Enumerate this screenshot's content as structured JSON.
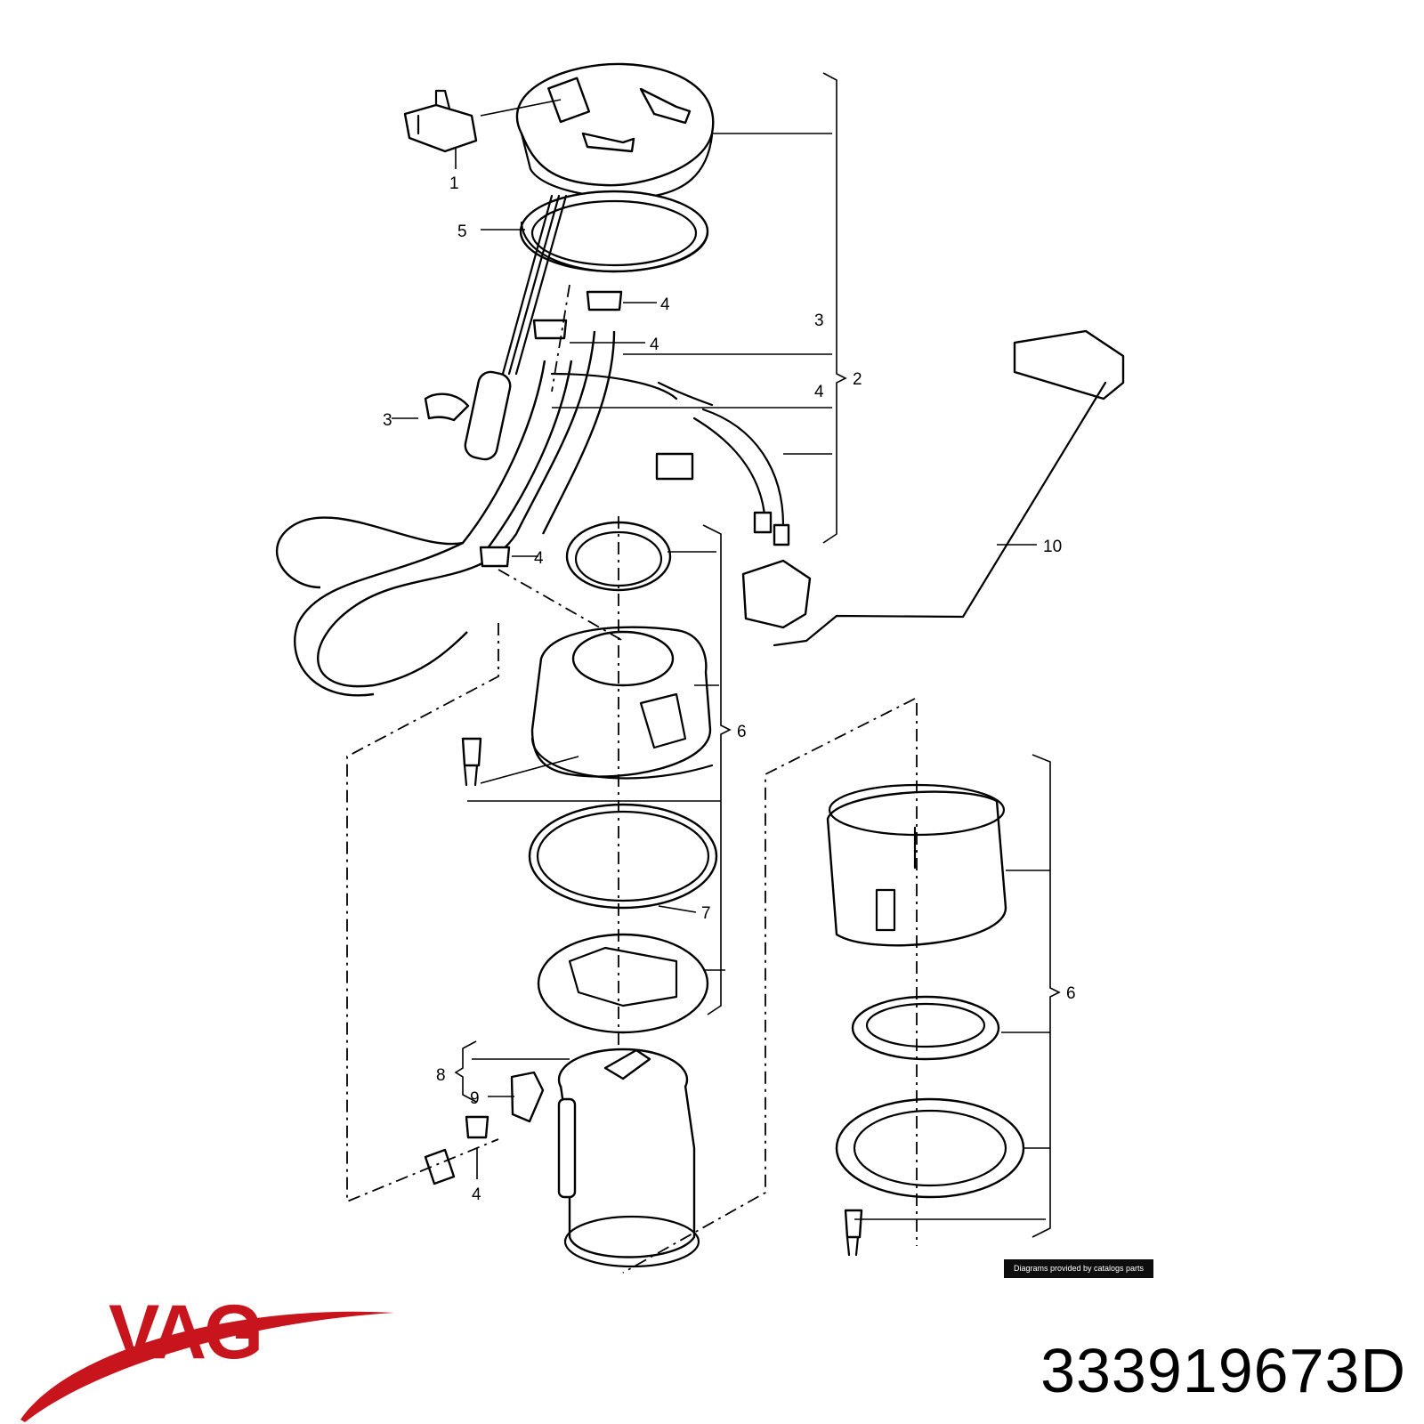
{
  "diagram": {
    "callouts": [
      "1",
      "5",
      "4",
      "4",
      "3",
      "2",
      "3",
      "4",
      "4",
      "10",
      "6",
      "7",
      "6",
      "8",
      "9",
      "4"
    ],
    "credit": "Diagrams provided by catalogs parts"
  },
  "brand": {
    "logo_text": "VAG",
    "color": "#c8141c",
    "icon": "vag-swoosh-logo"
  },
  "part_number": "333919673D"
}
